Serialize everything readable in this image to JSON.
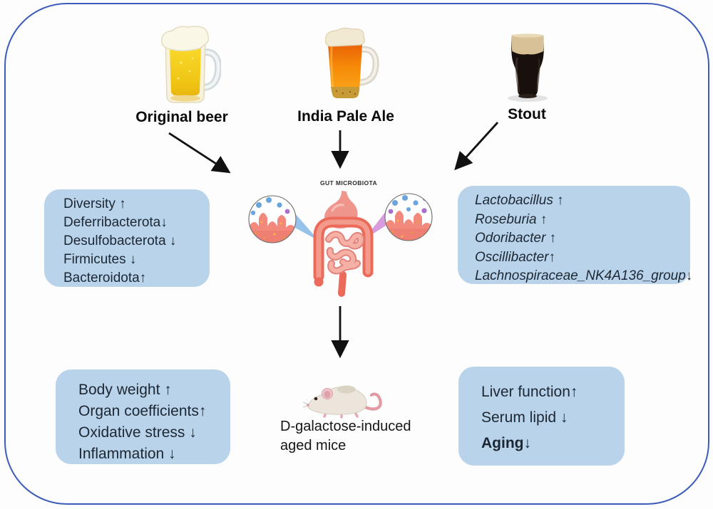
{
  "figure": {
    "beers": [
      {
        "label": "Original beer"
      },
      {
        "label": "India Pale Ale"
      },
      {
        "label": "Stout"
      }
    ],
    "gut_label": "GUT MICROBIOTA",
    "boxes": {
      "original_effects": {
        "lines": [
          "Diversity ↑",
          "Deferribacterota↓",
          "Desulfobacterota ↓",
          "Firmicutes ↓",
          "Bacteroidota↑"
        ]
      },
      "stout_effects": {
        "lines": [
          "Lactobacillus ↑",
          "Roseburia ↑",
          "Odoribacter ↑",
          "Oscillibacter↑",
          "Lachnospiraceae_NK4A136_group↓"
        ]
      },
      "host_effects_left": {
        "lines": [
          "Body weight ↑",
          "Organ coefficients↑",
          "Oxidative stress ↓",
          "Inflammation ↓"
        ]
      },
      "host_effects_right": {
        "lines": [
          "Liver function↑",
          "Serum lipid ↓",
          "Aging↓"
        ]
      }
    },
    "mouse_caption": {
      "line1": "D-galactose-induced",
      "line2": "aged mice"
    },
    "icons": {
      "original_beer": "golden-beer-mug-icon",
      "ipa": "amber-beer-mug-icon",
      "stout": "dark-stout-glass-icon",
      "gut": "gut-microbiota-illustration",
      "mouse": "lab-mouse-illustration"
    },
    "colors": {
      "box_fill": "#b9d4ea",
      "outline_blue": "#3b5cb8",
      "arrow": "#111111"
    }
  }
}
